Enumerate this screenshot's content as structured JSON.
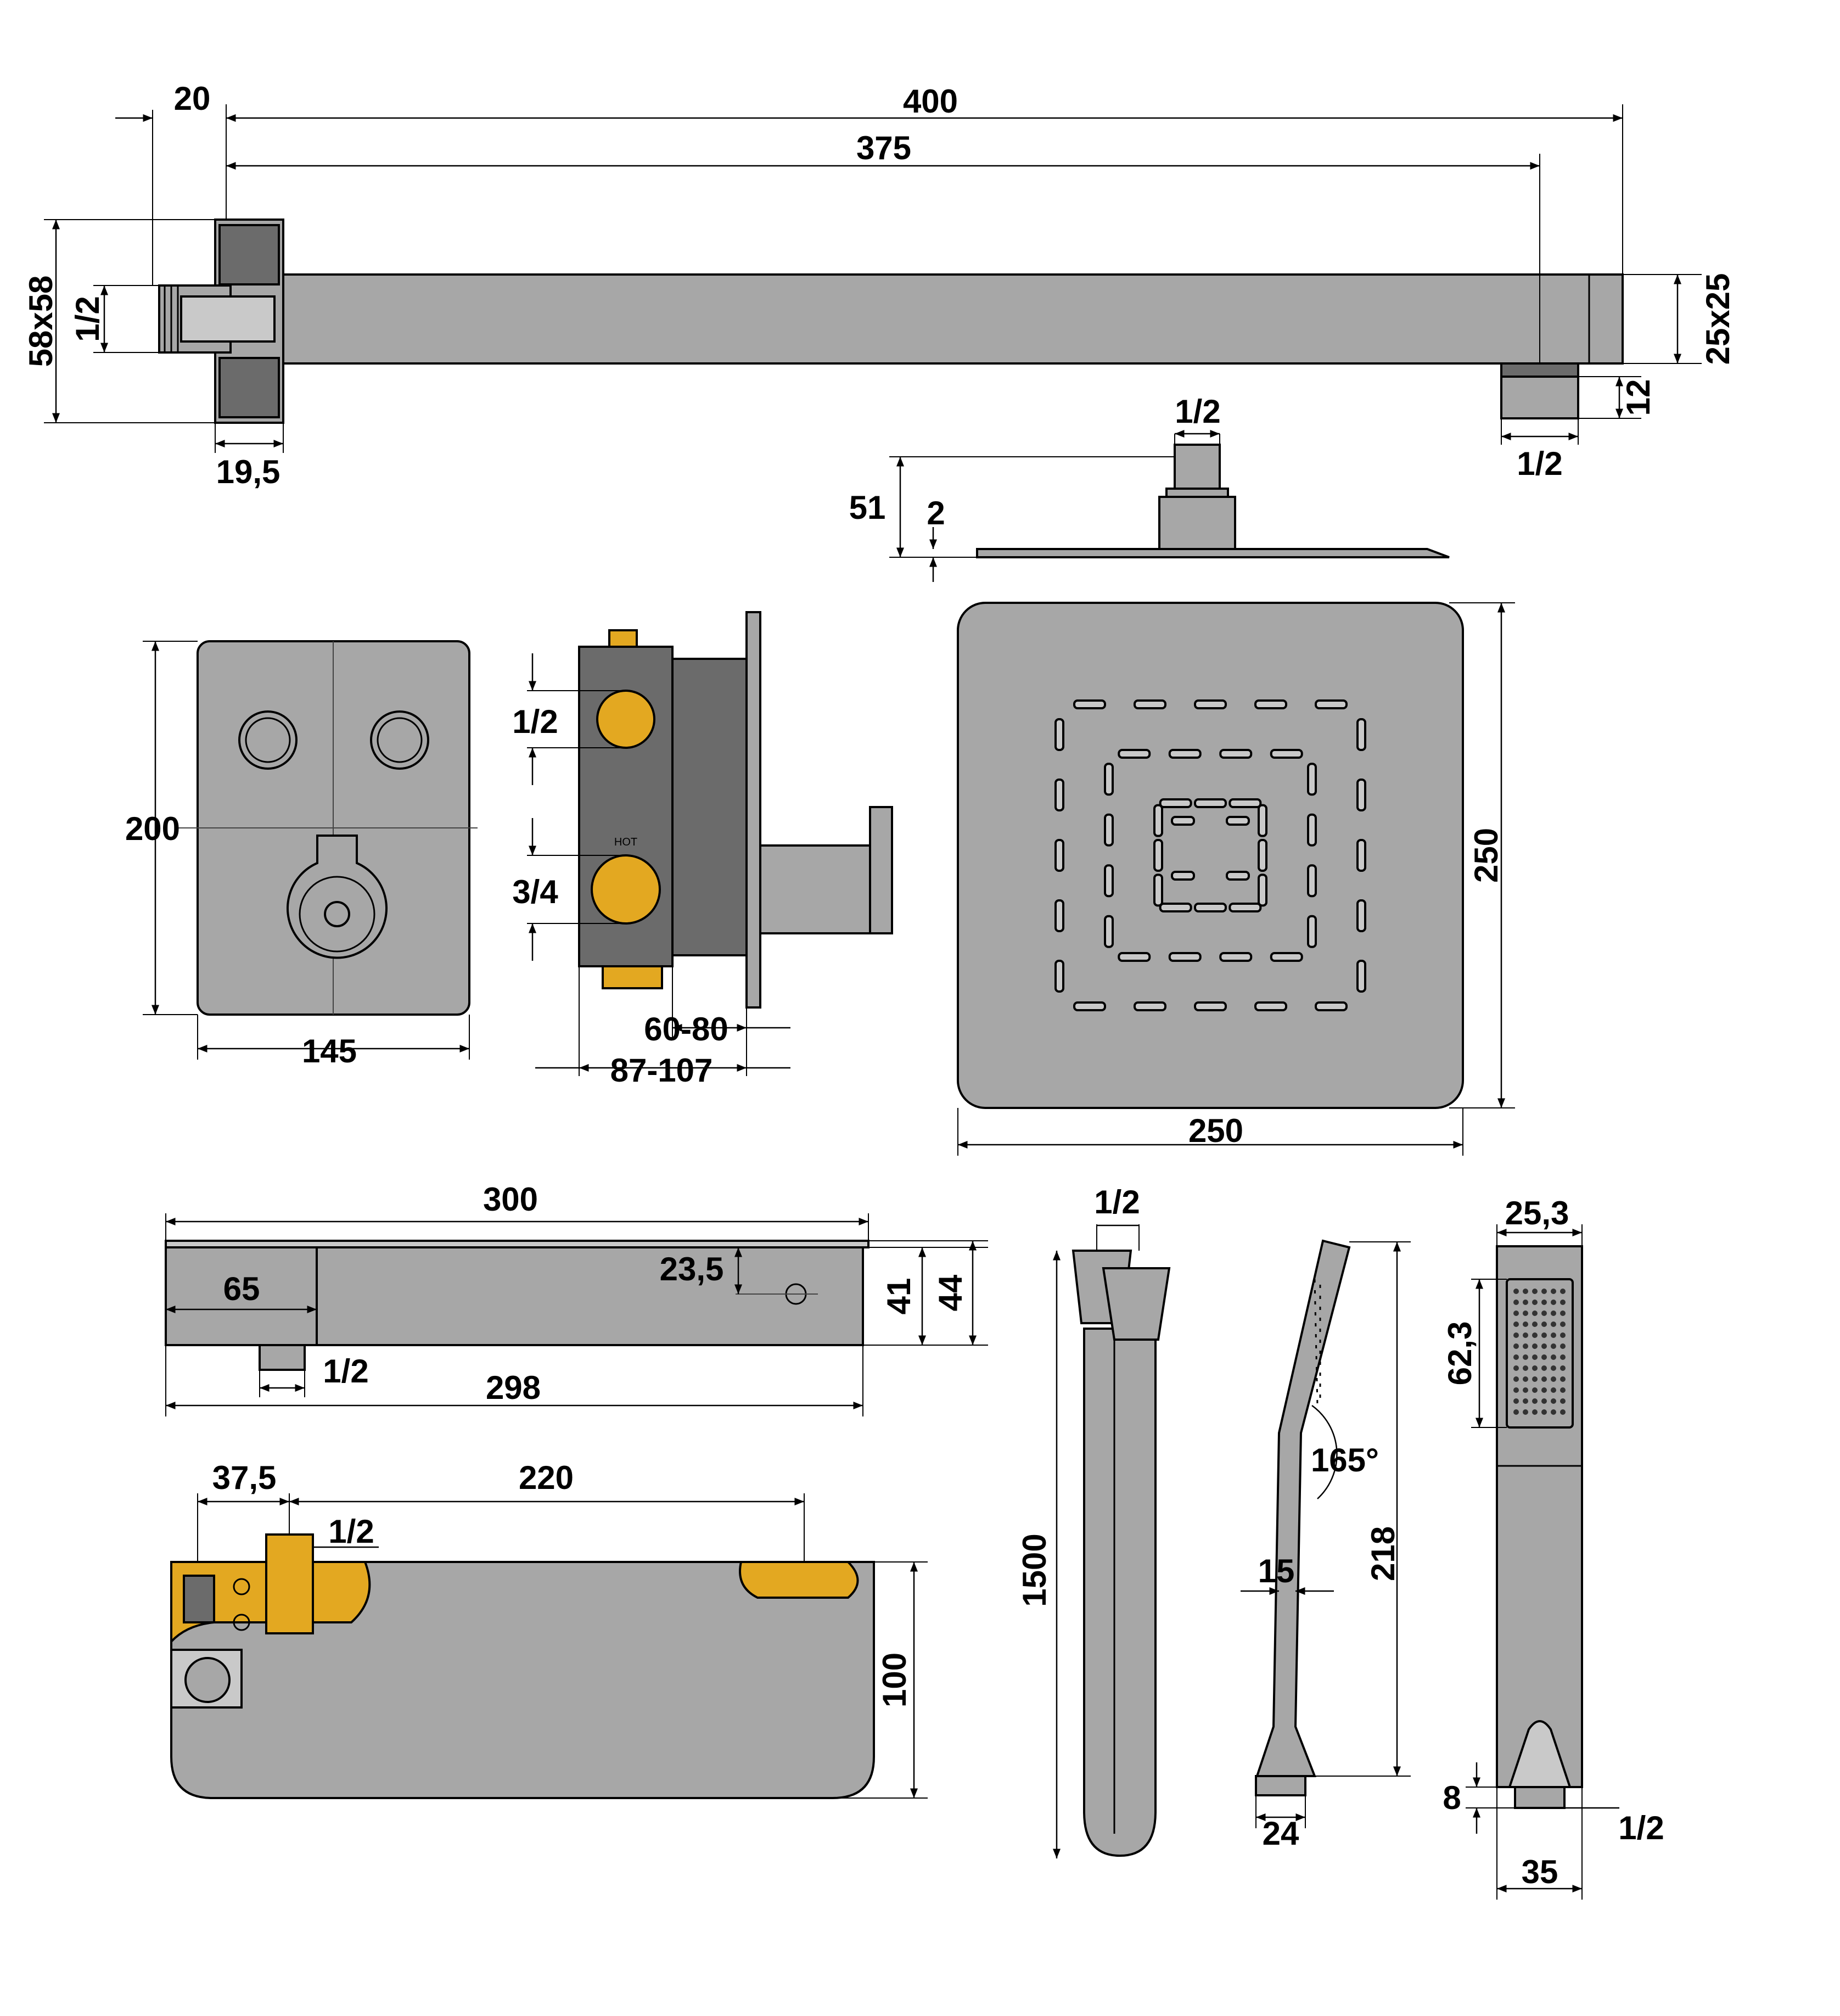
{
  "colors": {
    "part_fill": "#a7a7a7",
    "dark_fill": "#6b6b6b",
    "brass_fill": "#e3a821",
    "line": "#000000"
  },
  "arm": {
    "d_400": "400",
    "d_375": "375",
    "d_20": "20",
    "d_58x58": "58x58",
    "d_thread": "1/2",
    "d_19_5": "19,5",
    "d_25x25": "25x25",
    "d_12": "12",
    "d_outlet": "1/2"
  },
  "head_side": {
    "d_inlet": "1/2",
    "d_51": "51",
    "d_2": "2"
  },
  "plate": {
    "d_200": "200",
    "d_145": "145"
  },
  "box": {
    "d_1_2": "1/2",
    "d_3_4": "3/4",
    "d_60_80": "60-80",
    "d_87_107": "87-107",
    "hot_label": "HOT"
  },
  "head_front": {
    "d_width": "250",
    "d_height": "250"
  },
  "shelf_front": {
    "d_300": "300",
    "d_65": "65",
    "d_23_5": "23,5",
    "d_41": "41",
    "d_44": "44",
    "d_outlet": "1/2",
    "d_298": "298"
  },
  "shelf_top": {
    "d_37_5": "37,5",
    "d_220": "220",
    "d_inlet": "1/2",
    "d_100": "100"
  },
  "hose": {
    "d_inlet": "1/2",
    "d_1500": "1500"
  },
  "hand_side": {
    "d_angle": "165°",
    "d_15": "15",
    "d_218": "218",
    "d_24": "24"
  },
  "hand_front": {
    "d_25_3": "25,3",
    "d_62_3": "62,3",
    "d_8": "8",
    "d_thread": "1/2",
    "d_35": "35"
  }
}
